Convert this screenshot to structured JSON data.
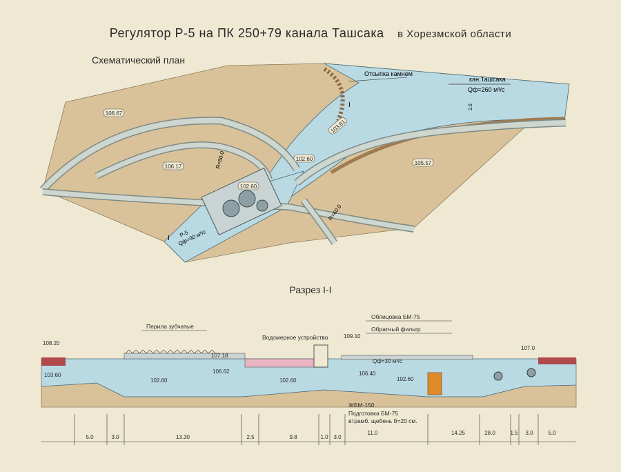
{
  "header": {
    "title": "Регулятор Р-5 на ПК 250+79 канала Ташсака",
    "subtitle": "в Хорезмской области"
  },
  "plan": {
    "label": "Схематический план",
    "elevations": [
      "106.67",
      "106.17",
      "103.61",
      "102.60",
      "102.60",
      "105.57"
    ],
    "radius_labels": [
      "R=60.0",
      "R=60.0"
    ],
    "stone_label": "Отсыпка камнем",
    "canal_name": "кан.Ташсака",
    "canal_flow": "Qф=260 м³/с",
    "branch_name": "Р-5",
    "branch_flow": "Qф=30 м³/с",
    "slope_mark": "2.5",
    "section_marks": [
      "I",
      "I"
    ]
  },
  "section": {
    "label": "Разрез I-I",
    "callouts": {
      "railing": "Перила зубчатые",
      "meter": "Водомерное устройство",
      "lining": "Облицовка БМ-75",
      "filter": "Обратный фильтр",
      "concrete": "ЖБМ-150",
      "prep": "Подготовка БМ-75",
      "gravel": "втрамб. щебень б=20 см."
    },
    "elevations": {
      "left_top": "108.20",
      "left_water": "103.60",
      "upper_water": "107.18",
      "mid_water": "106.62",
      "floor1": "102.60",
      "floor2": "102.60",
      "right_top": "109.10",
      "mid2": "106.40",
      "floor3": "102.60",
      "far_right": "107.0"
    },
    "flow": "Qф=30 м³/с",
    "dimensions": [
      "5.0",
      "3.0",
      "13.30",
      "2.5",
      "9.8",
      "1.0",
      "3.0",
      "11.0",
      "14.25",
      "28.0",
      "1.5",
      "3.0",
      "5.0"
    ]
  },
  "colors": {
    "paper": "#efe9d3",
    "land": "#d9c29a",
    "water": "#b9d9e3",
    "road": "#cdd6cf",
    "red": "#b04a4a",
    "pink": "#e9b5c2",
    "orange": "#e08a2a"
  }
}
